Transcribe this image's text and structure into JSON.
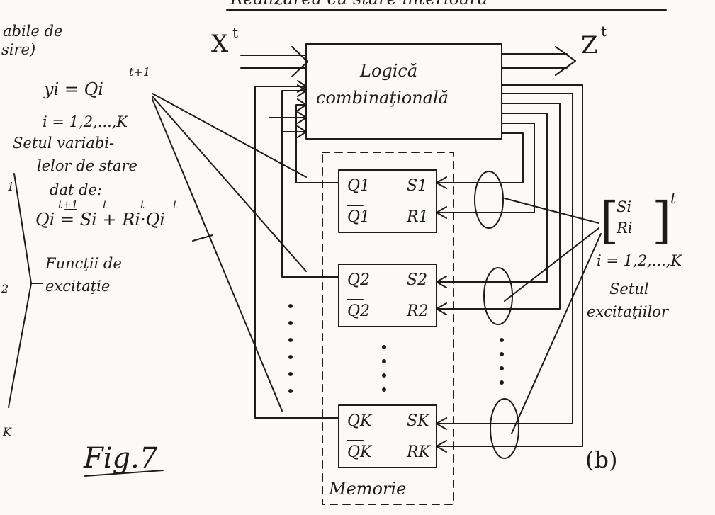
{
  "header": {
    "title_fragment": "Realizarea cu stare interioară"
  },
  "left_notes": {
    "fragment_1": "abile de",
    "fragment_2": "sire)",
    "y_eq": "yi = Qi",
    "y_eq_sup": "t+1",
    "index_range": "i = 1,2,...,K",
    "desc_1": "Setul variabi-",
    "desc_2": "lelor de stare",
    "desc_3": "dat de:",
    "eq_main": "Qi = Si + Ri·Qi",
    "eq_sup_left": "t+1",
    "eq_sup_s": "t",
    "eq_sup_r": "t",
    "eq_sup_q": "t",
    "func_1": "Funcţii de",
    "func_2": "excitaţie",
    "edge_1": "1",
    "edge_2": "2",
    "edge_k": "K"
  },
  "diagram": {
    "input_label": "X",
    "input_sup": "t",
    "output_label": "Z",
    "output_sup": "t",
    "logic_line1": "Logică",
    "logic_line2": "combinaţională",
    "memory_label": "Memorie",
    "flipflops": [
      {
        "q": "Q1",
        "qbar": "Q1",
        "s": "S1",
        "r": "R1"
      },
      {
        "q": "Q2",
        "qbar": "Q2",
        "s": "S2",
        "r": "R2"
      },
      {
        "q": "QK",
        "qbar": "QK",
        "s": "SK",
        "r": "RK"
      }
    ]
  },
  "right_notes": {
    "matrix_top": "Si",
    "matrix_bottom": "Ri",
    "matrix_sup": "t",
    "index_range": "i = 1,2,...,K",
    "desc_1": "Setul",
    "desc_2": "excitaţiilor"
  },
  "figure": {
    "caption": "Fig.7",
    "part": "(b)"
  }
}
